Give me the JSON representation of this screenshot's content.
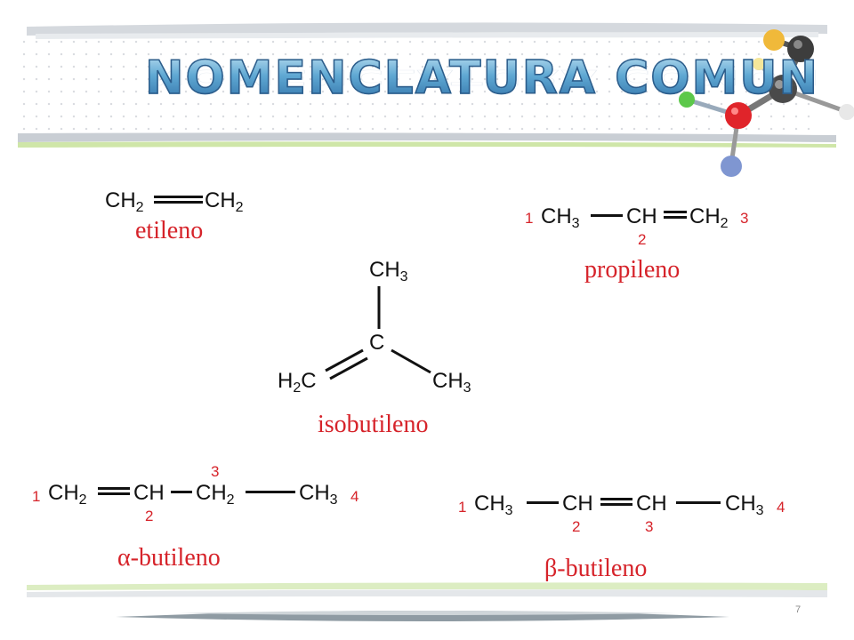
{
  "slide": {
    "title": "NOMENCLATURA COMUN",
    "page_number": "7"
  },
  "ethylene": {
    "left": "CH",
    "left_sub": "2",
    "right": "CH",
    "right_sub": "2",
    "name": "etileno"
  },
  "propylene": {
    "n1": "1",
    "g1": "CH",
    "g1_sub": "3",
    "g2": "CH",
    "g3": "CH",
    "g3_sub": "2",
    "n3": "3",
    "n2": "2",
    "name": "propileno"
  },
  "isobutylene": {
    "top": "CH",
    "top_sub": "3",
    "center": "C",
    "left_pre": "H",
    "left_sub": "2",
    "left_post": "C",
    "right": "CH",
    "right_sub": "3",
    "name": "isobutileno"
  },
  "alpha_butylene": {
    "n1": "1",
    "g1": "CH",
    "g1_sub": "2",
    "g2": "CH",
    "n2": "2",
    "g3": "CH",
    "g3_sub": "2",
    "n3": "3",
    "g4": "CH",
    "g4_sub": "3",
    "n4": "4",
    "name_symbol": "α",
    "name": "-butileno"
  },
  "beta_butylene": {
    "n1": "1",
    "g1": "CH",
    "g1_sub": "3",
    "g2": "CH",
    "n2": "2",
    "g3": "CH",
    "n3": "3",
    "g4": "CH",
    "g4_sub": "3",
    "n4": "4",
    "name_symbol": "β",
    "name": "-butileno"
  },
  "colors": {
    "label_red": "#d6232a",
    "title_blue": "#2f6fa6",
    "band_gray": "#d5d9de",
    "band_green": "#cfe6a8"
  }
}
